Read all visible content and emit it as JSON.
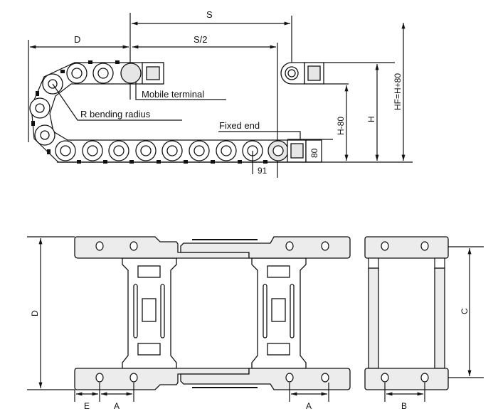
{
  "top_view": {
    "dim_s": "S",
    "dim_s_half": "S/2",
    "dim_d": "D",
    "mobile_terminal": "Mobile terminal",
    "bending_radius": "R bending radius",
    "fixed_end": "Fixed end",
    "pitch": "91",
    "bracket_height": "80",
    "dim_h_minus": "H-80",
    "dim_h": "H",
    "dim_hf": "HF=H+80"
  },
  "bottom_view": {
    "dim_d": "D",
    "dim_e": "E",
    "dim_a_left": "A",
    "dim_a_right": "A",
    "dim_b": "B",
    "dim_c": "C"
  }
}
